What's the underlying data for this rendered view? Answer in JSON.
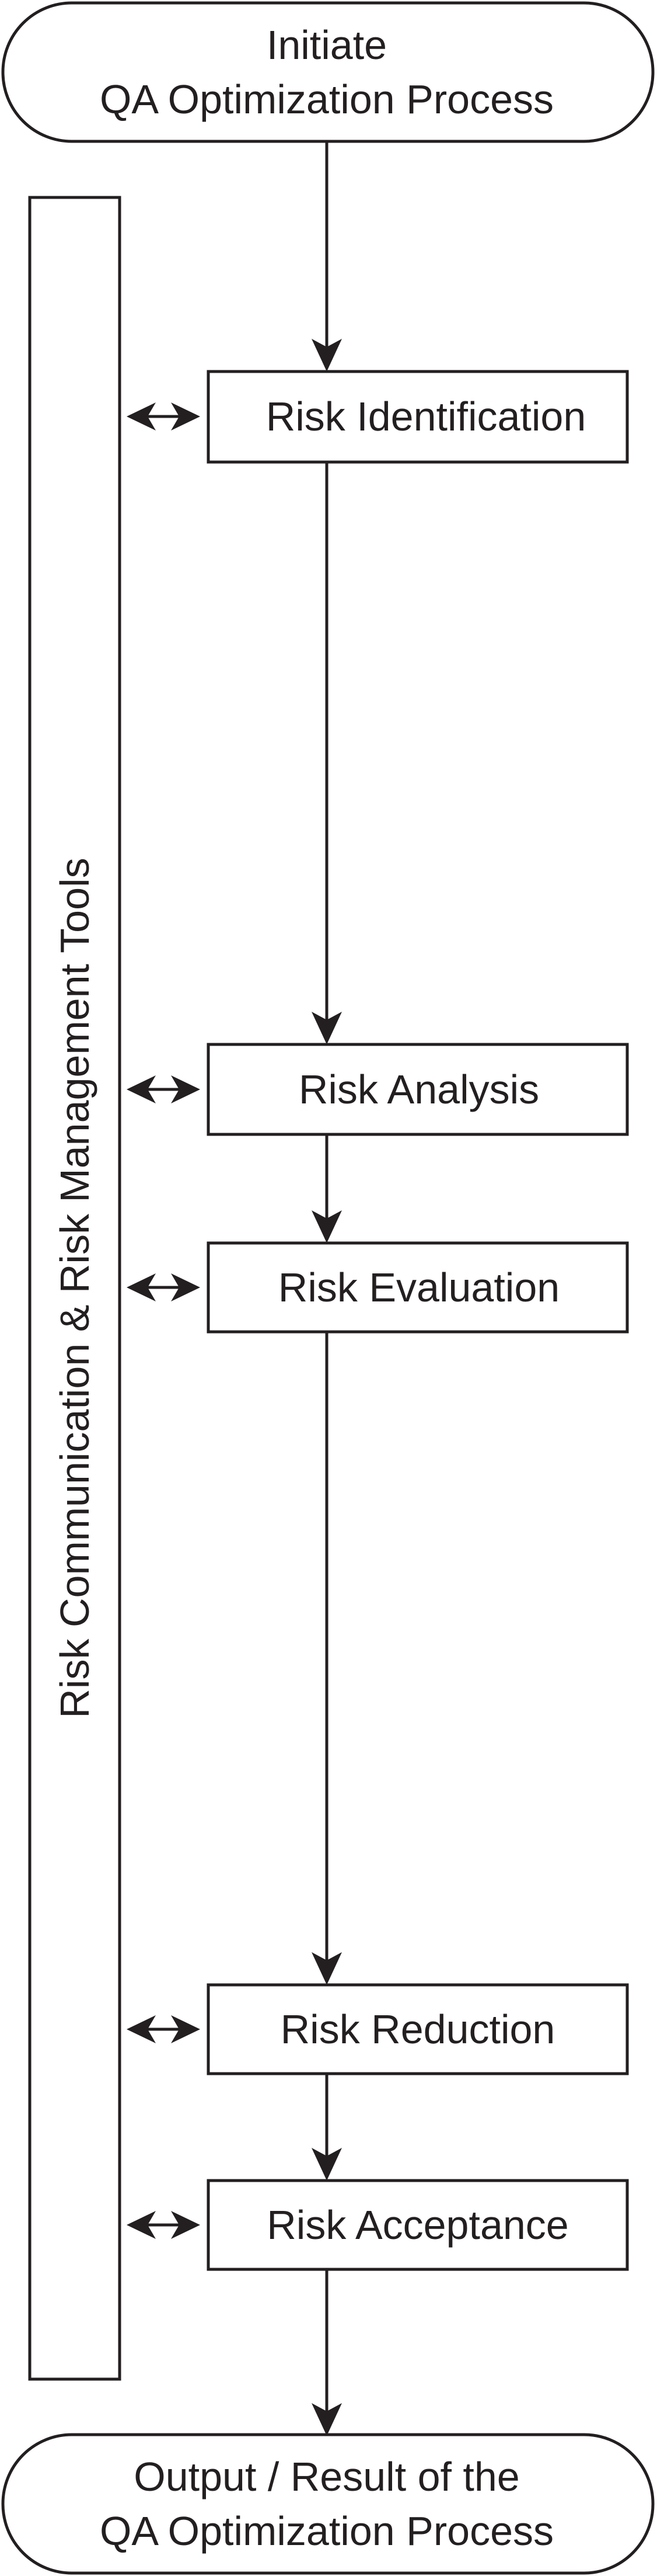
{
  "start": {
    "line1": "Initiate",
    "line2": "QA Optimization Process"
  },
  "side_panel": {
    "label": "Risk Communication & Risk Management Tools"
  },
  "steps": [
    {
      "label": "Risk Identification"
    },
    {
      "label": "Risk Analysis"
    },
    {
      "label": "Risk Evaluation"
    },
    {
      "label": "Risk Reduction"
    },
    {
      "label": "Risk Acceptance"
    }
  ],
  "end": {
    "line1": "Output / Result of the",
    "line2": "QA Optimization Process"
  },
  "colors": {
    "stroke": "#231f20",
    "background": "#ffffff"
  }
}
